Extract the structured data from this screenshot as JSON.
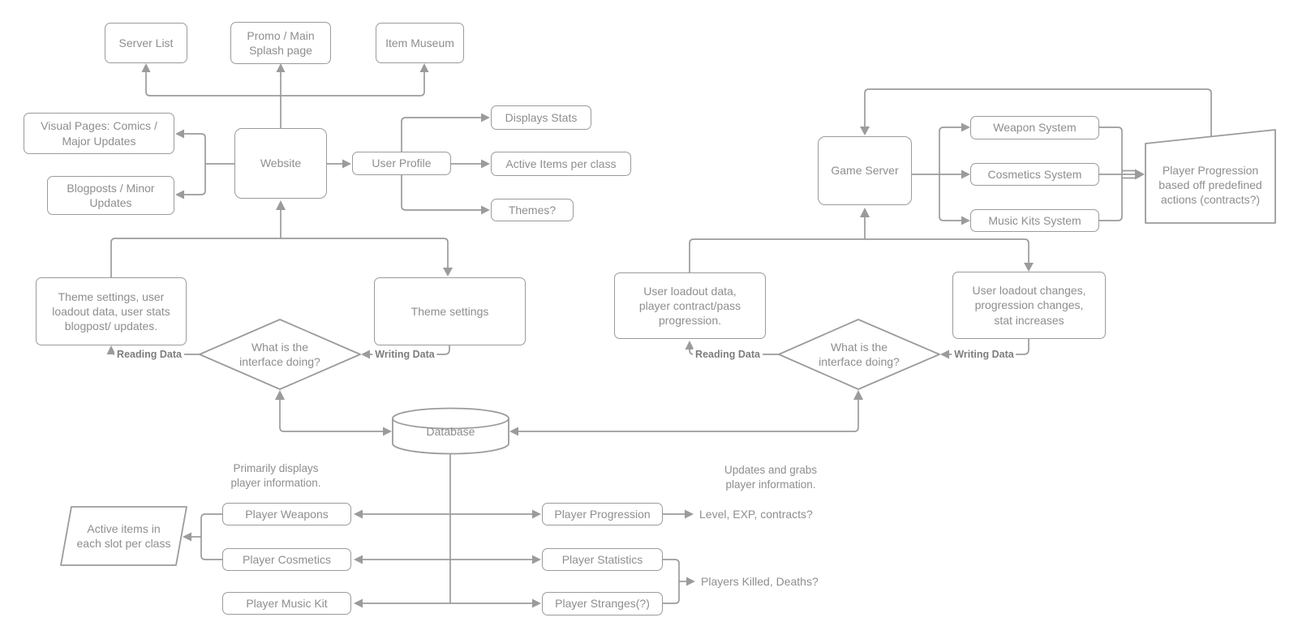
{
  "colors": {
    "line": "#9b9b9b",
    "node_border": "#9b9b9b",
    "node_text": "#8e8e8e",
    "edge_label_text": "#7d7d7d",
    "background": "#ffffff"
  },
  "nodes": {
    "server_list": {
      "label": "Server List"
    },
    "promo": {
      "label": "Promo / Main\nSplash page"
    },
    "item_museum": {
      "label": "Item Museum"
    },
    "website": {
      "label": "Website"
    },
    "visual_pages": {
      "label": "Visual Pages: Comics /\nMajor Updates"
    },
    "blogposts": {
      "label": "Blogposts / Minor\nUpdates"
    },
    "user_profile": {
      "label": "User Profile"
    },
    "displays_stats": {
      "label": "Displays Stats"
    },
    "active_items": {
      "label": "Active Items per class"
    },
    "themes": {
      "label": "Themes?"
    },
    "theme_data": {
      "label": "Theme settings, user\nloadout data, user stats\nblogpost/ updates."
    },
    "theme_settings": {
      "label": "Theme settings"
    },
    "diamond_left": {
      "label": "What is the\ninterface doing?"
    },
    "game_server": {
      "label": "Game Server"
    },
    "weapon_system": {
      "label": "Weapon System"
    },
    "cosmetics_system": {
      "label": "Cosmetics System"
    },
    "music_kits": {
      "label": "Music Kits System"
    },
    "progression_shape": {
      "label": "Player Progression\nbased off predefined\nactions (contracts?)"
    },
    "user_loadout_data": {
      "label": "User loadout data,\nplayer contract/pass\nprogression."
    },
    "user_loadout_changes": {
      "label": "User loadout changes,\nprogression changes,\nstat increases"
    },
    "diamond_right": {
      "label": "What is the\ninterface doing?"
    },
    "database": {
      "label": "Database"
    },
    "player_weapons": {
      "label": "Player Weapons"
    },
    "player_cosmetics": {
      "label": "Player Cosmetics"
    },
    "player_music_kit": {
      "label": "Player Music Kit"
    },
    "active_items_para": {
      "label": "Active items in\neach slot per class"
    },
    "player_progression": {
      "label": "Player Progression"
    },
    "player_statistics": {
      "label": "Player Statistics"
    },
    "player_stranges": {
      "label": "Player Stranges(?)"
    }
  },
  "edge_labels": {
    "reading_left": "Reading Data",
    "writing_left": "Writing Data",
    "reading_right": "Reading Data",
    "writing_right": "Writing Data"
  },
  "annotations": {
    "primarily": "Primarily displays\nplayer information.",
    "updates": "Updates and grabs\nplayer information.",
    "level_exp": "Level, EXP, contracts?",
    "players_killed": "Players Killed, Deaths?"
  }
}
